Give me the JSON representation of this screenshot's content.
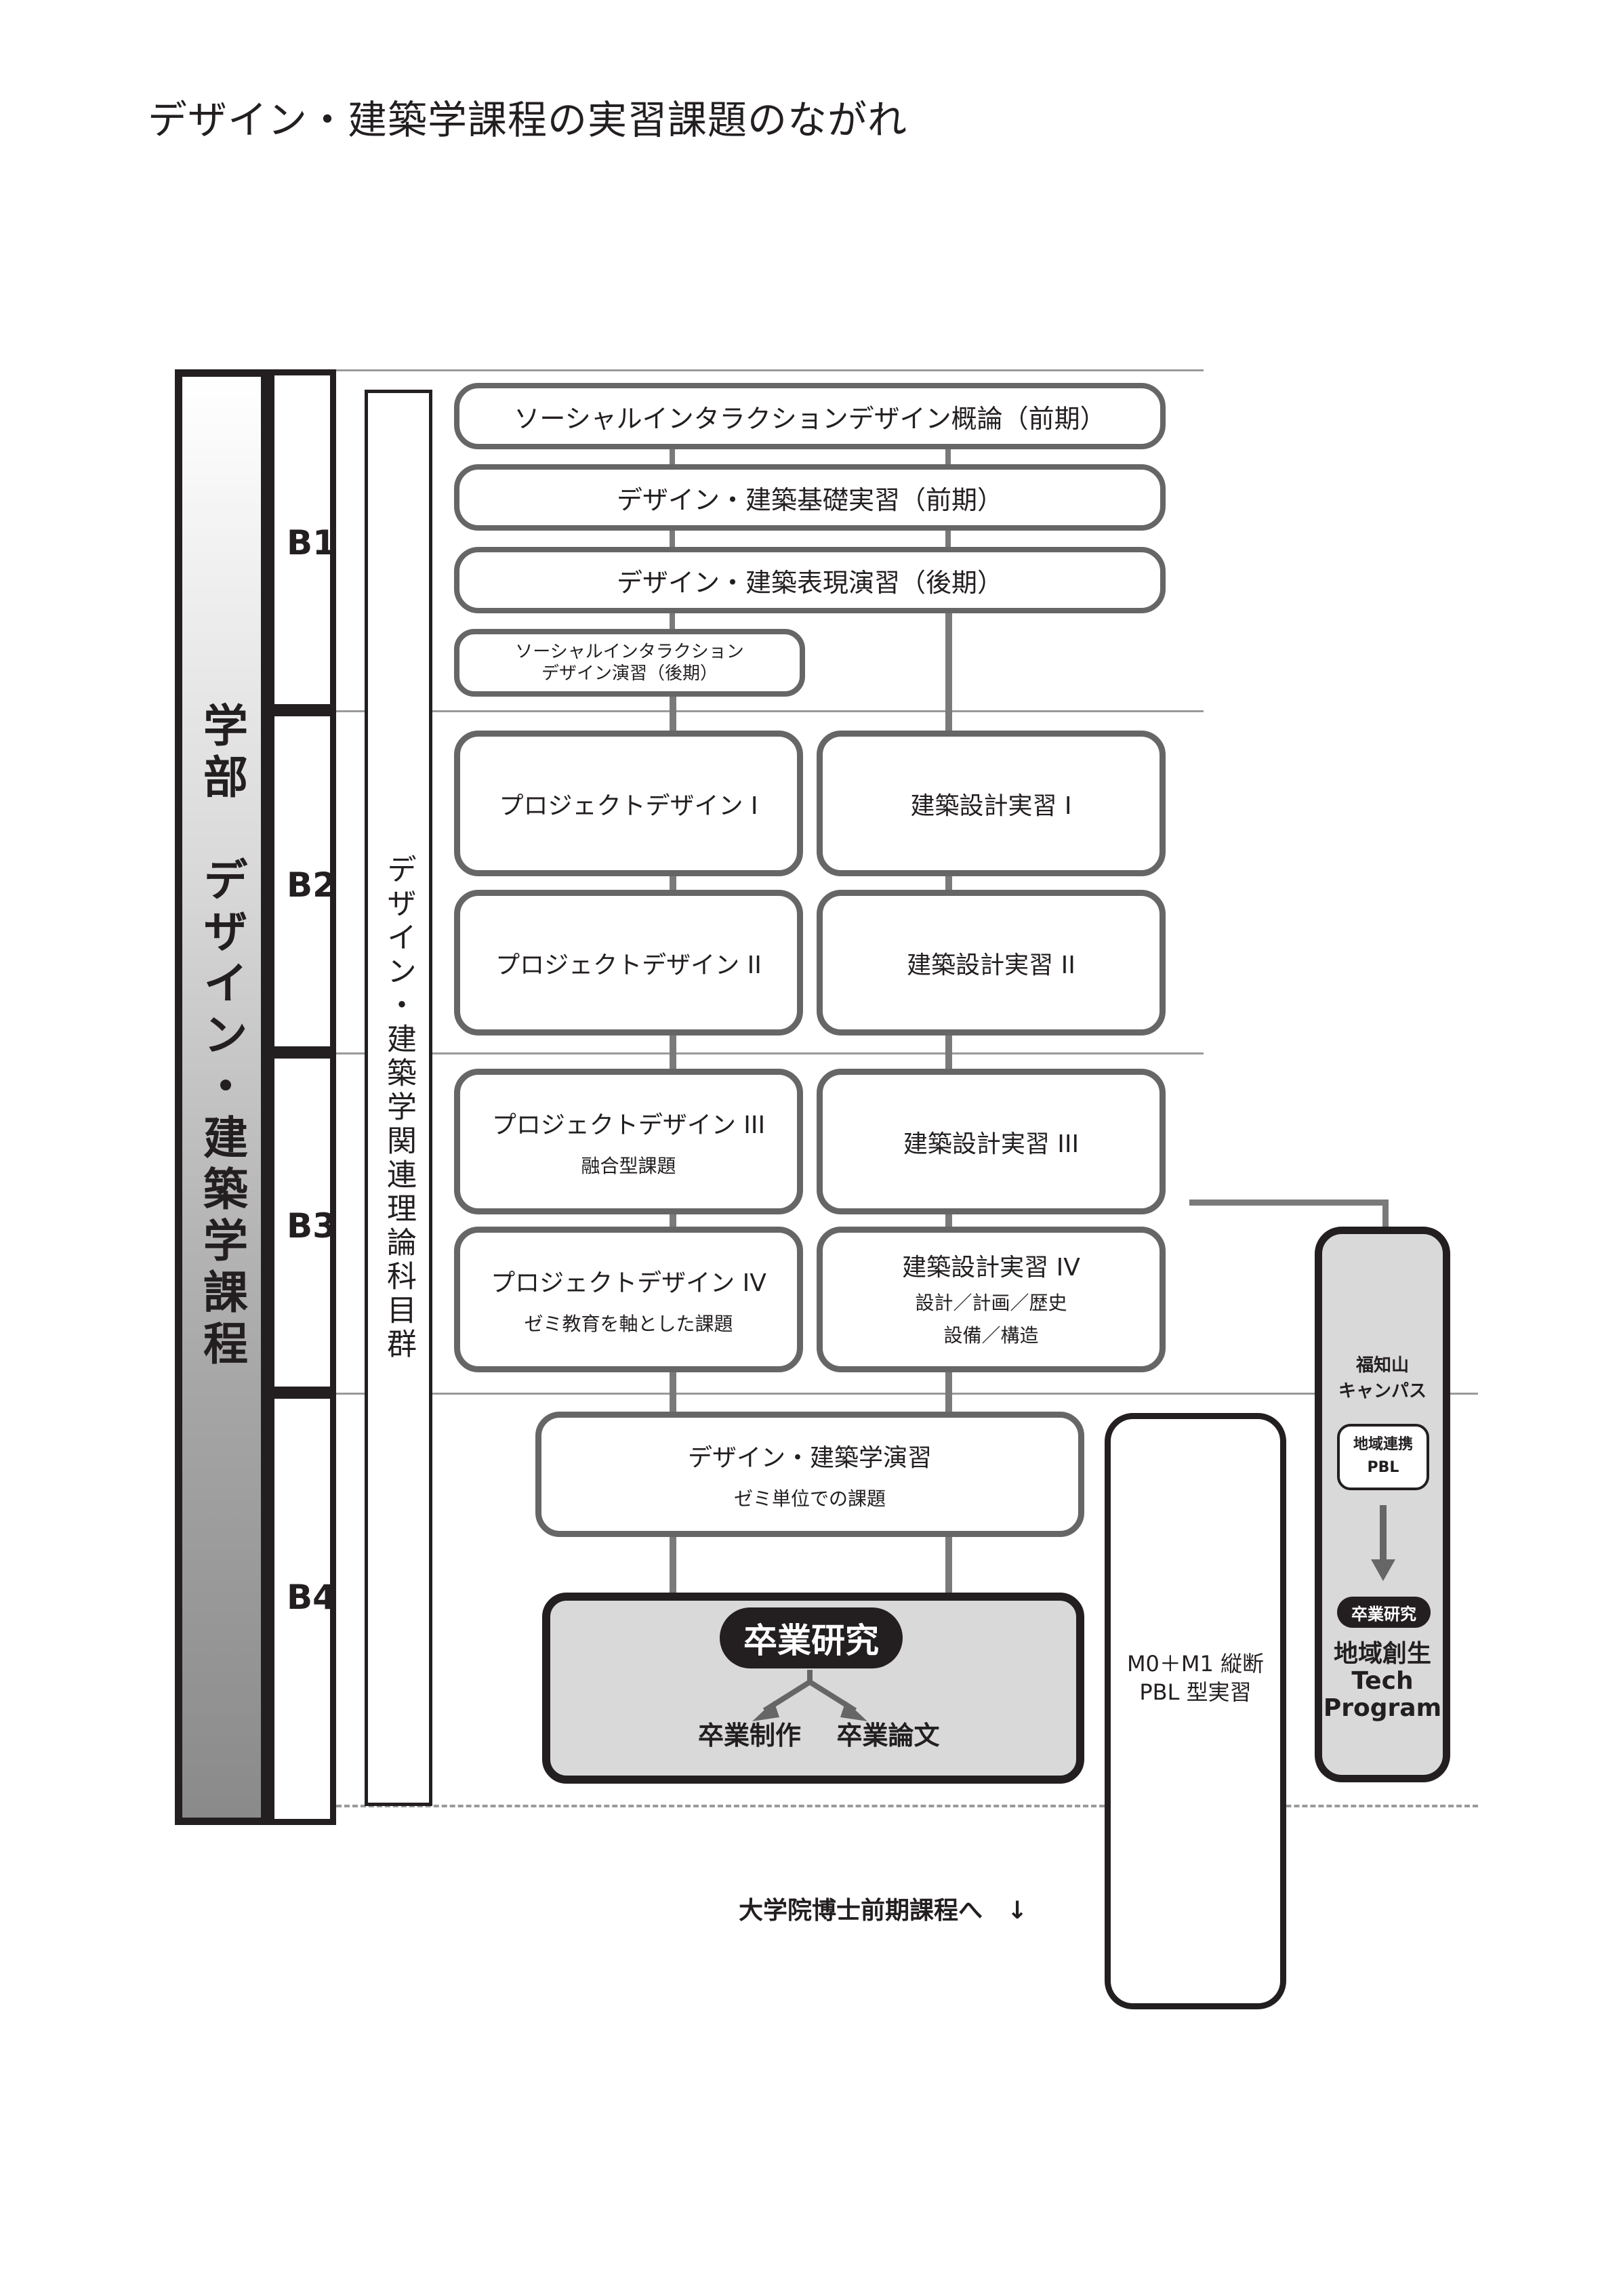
{
  "title": "デザイン・建築学課程の実習課題のながれ",
  "undergrad_label": "学部　デザイン・建築学課程",
  "years": [
    "B1",
    "B2",
    "B3",
    "B4"
  ],
  "theory_label": "デザイン・建築学関連理論科目群",
  "b1": {
    "course1": "ソーシャルインタラクションデザイン概論（前期）",
    "course2": "デザイン・建築基礎実習（前期）",
    "course3": "デザイン・建築表現演習（後期）",
    "course4_line1": "ソーシャルインタラクション",
    "course4_line2": "デザイン演習（後期）"
  },
  "project": {
    "p1": "プロジェクトデザイン I",
    "p2": "プロジェクトデザイン II",
    "p3": "プロジェクトデザイン III",
    "p3_sub": "融合型課題",
    "p4": "プロジェクトデザイン IV",
    "p4_sub": "ゼミ教育を軸とした課題"
  },
  "arch": {
    "a1": "建築設計実習 I",
    "a2": "建築設計実習 II",
    "a3": "建築設計実習 III",
    "a4": "建築設計実習 IV",
    "a4_sub1": "設計／計画／歴史",
    "a4_sub2": "設備／構造"
  },
  "b4": {
    "seminar": "デザイン・建築学演習",
    "seminar_sub": "ゼミ単位での課題",
    "graduation": "卒業研究",
    "grad_work": "卒業制作",
    "grad_thesis": "卒業論文"
  },
  "master": {
    "line1": "M0＋M1 縦断",
    "line2": "PBL 型実習"
  },
  "fukuchiyama": {
    "campus_line1": "福知山",
    "campus_line2": "キャンパス",
    "pbl_line1": "地域連携",
    "pbl_line2": "PBL",
    "research": "卒業研究",
    "program_line1": "地域創生",
    "program_line2": "Tech",
    "program_line3": "Program"
  },
  "graduate_next": "大学院博士前期課程へ　↓"
}
